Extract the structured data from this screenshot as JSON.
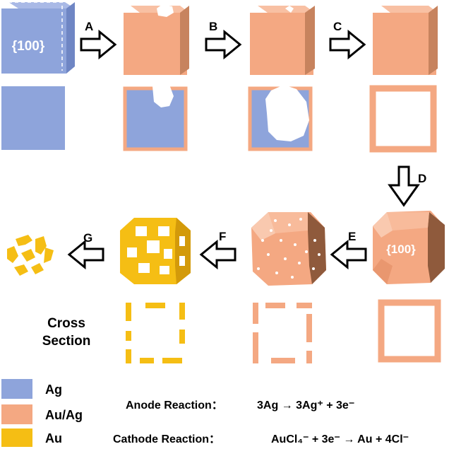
{
  "colors": {
    "ag": "#8EA4DB",
    "ag_dark": "#6F86C4",
    "auag": "#F4A882",
    "auag_side": "#C7835E",
    "auag_top": "#F8C0A3",
    "au": "#F5BE14",
    "au_dark": "#D39A0A",
    "arrow_stroke": "#000000"
  },
  "labels": {
    "face_ag": "{100}",
    "face_poly": "{100}",
    "step_a": "A",
    "step_b": "B",
    "step_c": "C",
    "step_d": "D",
    "step_e": "E",
    "step_f": "F",
    "step_g": "G",
    "cross_line1": "Cross",
    "cross_line2": "Section"
  },
  "legend": [
    {
      "label": "Ag"
    },
    {
      "label": "Au/Ag"
    },
    {
      "label": "Au"
    }
  ],
  "reactions": {
    "anode_label": "Anode Reaction：",
    "anode_eq": "3Ag → 3Ag⁺ + 3e⁻",
    "cathode_label": "Cathode Reaction：",
    "cathode_eq": "AuCl₄⁻ + 3e⁻ → Au + 4Cl⁻"
  }
}
